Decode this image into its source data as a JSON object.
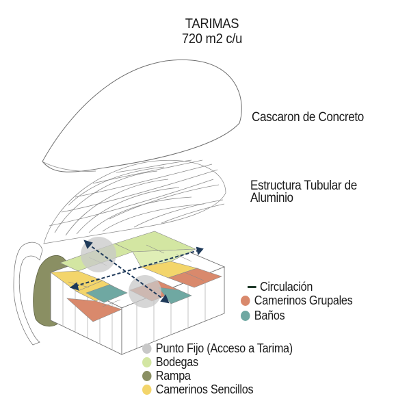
{
  "title": {
    "line1": "TARIMAS",
    "line2": "720 m2 c/u"
  },
  "layers": {
    "shell": "Cascaron de Concreto",
    "structure": "Estructura Tubular de Aluminio"
  },
  "legend_right": [
    {
      "label": "Circulación",
      "color": "#1f3a2a",
      "marker": "dash-icon"
    },
    {
      "label": "Camerinos Grupales",
      "color": "#d9896c",
      "marker": "dot-icon"
    },
    {
      "label": "Baños",
      "color": "#6fa8a2",
      "marker": "dot-icon"
    }
  ],
  "legend_bottom": [
    {
      "label": "Punto Fijo (Acceso a Tarima)",
      "color": "#c8c8c8",
      "marker": "dot-icon"
    },
    {
      "label": "Bodegas",
      "color": "#d3e6a2",
      "marker": "dot-icon"
    },
    {
      "label": "Rampa",
      "color": "#8a8f63",
      "marker": "dot-icon"
    },
    {
      "label": "Camerinos Sencillos",
      "color": "#f3d56b",
      "marker": "dot-icon"
    }
  ]
}
